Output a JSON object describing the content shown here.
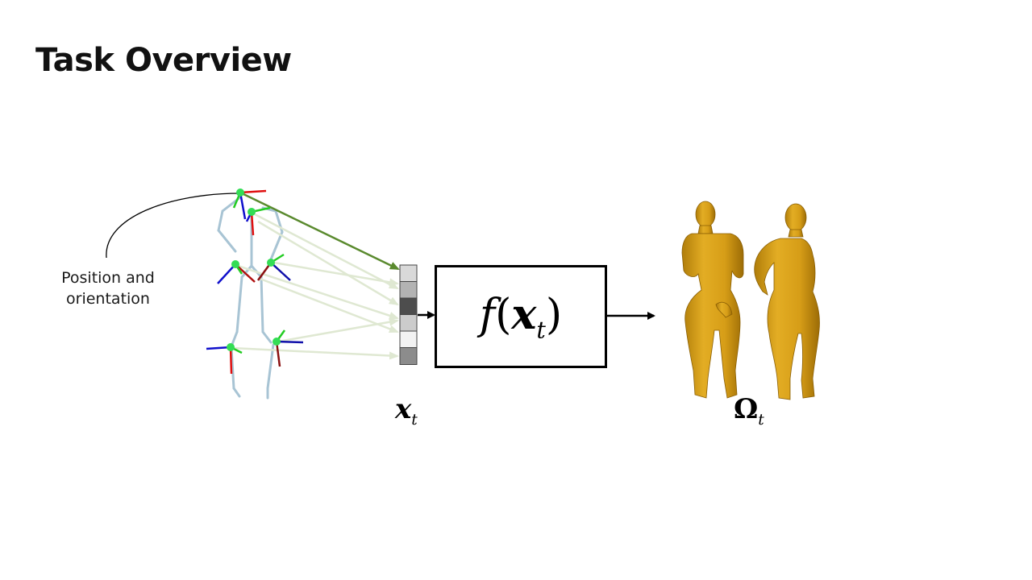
{
  "slide": {
    "title": "Task Overview"
  },
  "annotation": {
    "line1": "Position and",
    "line2": "orientation"
  },
  "function_box": {
    "f": "f",
    "open": "(",
    "x": "x",
    "sub": "t",
    "close": ")"
  },
  "labels": {
    "input_symbol": "x",
    "input_sub": "t",
    "output_symbol": "Ω",
    "output_sub": "t"
  },
  "feature_vector": {
    "cell_shades": [
      "#d9d9d9",
      "#b3b3b3",
      "#4d4d4d",
      "#cccccc",
      "#f2f2f2",
      "#8c8c8c"
    ]
  },
  "colors": {
    "highlight_arrow": "#5a8a2e",
    "faded_arrow": "#dfe8d2",
    "joint_marker": "#33dd55",
    "bone": "#a8c4d4",
    "body_mesh": "#d9a21b",
    "axis_x": "#e01010",
    "axis_y": "#22cc22",
    "axis_z": "#1010cc"
  }
}
